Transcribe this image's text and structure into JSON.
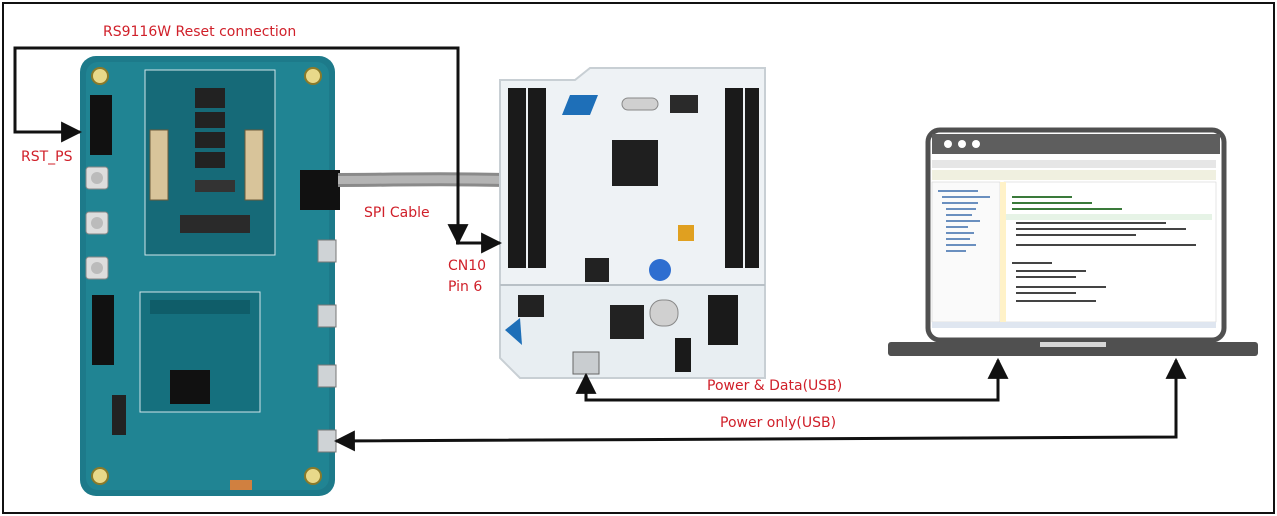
{
  "labels": {
    "reset_connection": "RS9116W Reset connection",
    "rst_ps": "RST_PS",
    "spi_cable": "SPI Cable",
    "cn10_line1": "CN10",
    "cn10_line2": "Pin 6",
    "power_data": "Power & Data(USB)",
    "power_only": "Power only(USB)"
  },
  "devices": {
    "evk_board": "RS9116W EVK (peripheral board)",
    "nucleo_board": "STM32 Nucleo board",
    "laptop": "Laptop (host PC)"
  },
  "colors": {
    "label_red": "#d0202a",
    "evk_green": "#1d7a8a",
    "nucleo_white": "#eef2f5",
    "laptop_gray": "#505050",
    "wire_black": "#111111"
  }
}
